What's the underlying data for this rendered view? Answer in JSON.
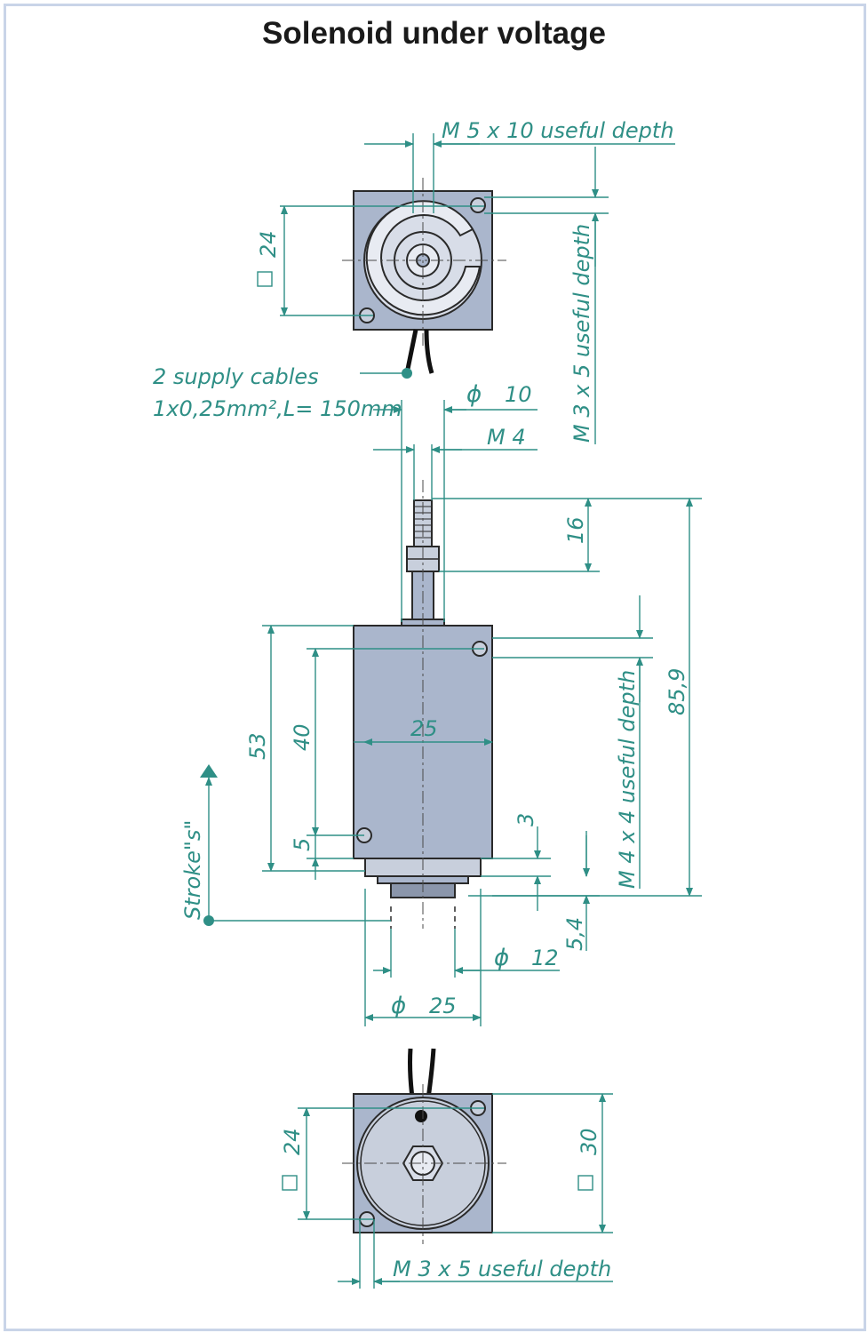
{
  "title": "Solenoid under voltage",
  "colors": {
    "dimension_lines": "#2f8f86",
    "body_fill": "#aab6cc",
    "body_stroke": "#2a2a2a",
    "centerline": "#4a4a4a",
    "frame_border": "#c9d4e8"
  },
  "labels": {
    "thread_top": "M 5 x 10 useful depth",
    "thread_side_top": "M 3 x 5 useful depth",
    "square_top": "24",
    "cables_line1": "2 supply cables",
    "cables_line2": "1x0,25mm²,L= 150mm",
    "dia_plunger": "10",
    "thread_plunger": "M 4",
    "dim_16": "16",
    "dim_859": "85,9",
    "dim_53": "53",
    "dim_40": "40",
    "dim_25_body": "25",
    "dim_5": "5",
    "dim_3": "3",
    "thread_side_body": "M 4 x 4 useful depth",
    "stroke": "Stroke\"s\"",
    "dim_54": "5,4",
    "dia_12": "12",
    "dia_25": "25",
    "square_bottom": "24",
    "square_bottom_right": "30",
    "thread_bottom": "M 3 x 5 useful depth"
  }
}
